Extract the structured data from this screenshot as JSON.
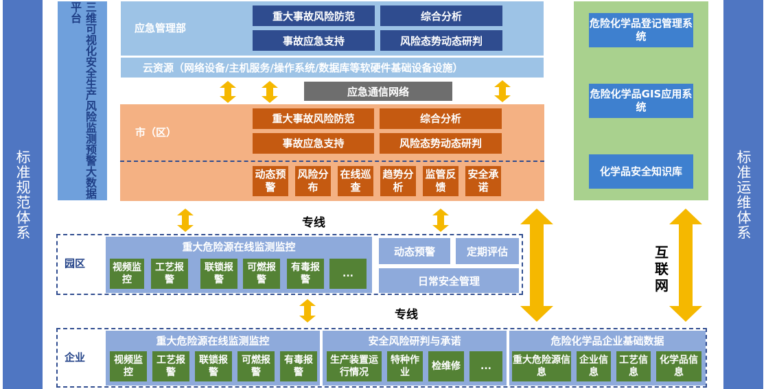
{
  "left_column": "标准规范体系",
  "right_column": "标准运维体系",
  "platform": "三维可视化安全生产风险监测预警大数据平台",
  "emergency_dept": {
    "label": "应急管理部",
    "buttons": [
      "重大事故风险防范",
      "综合分析",
      "事故应急支持",
      "风险态势动态研判"
    ]
  },
  "cloud": "云资源（网络设备/主机服务/操作系统/数据库等软硬件基础设备设施）",
  "network": "应急通信网络",
  "city": {
    "label": "市（区）",
    "buttons": [
      "重大事故风险防范",
      "综合分析",
      "事故应急支持",
      "风险态势动态研判"
    ],
    "items": [
      "动态预警",
      "风险分布",
      "在线巡查",
      "趋势分析",
      "监管反馈",
      "安全承诺"
    ]
  },
  "right_panel": [
    "危险化学品登记管理系统",
    "危险化学品GIS应用系统",
    "化学品安全知识库"
  ],
  "line1": "专线",
  "line2": "专线",
  "internet": "互联网",
  "park": {
    "label": "园区",
    "monitor_title": "重大危险源在线监测监控",
    "items": [
      "视频监控",
      "工艺报警",
      "联锁报警",
      "可燃报警",
      "有毒报警",
      "..."
    ],
    "dynamic": "动态预警",
    "periodic": "定期评估",
    "daily": "日常安全管理"
  },
  "enterprise": {
    "label": "企业",
    "group1": {
      "title": "重大危险源在线监测监控",
      "items": [
        "视频监控",
        "工艺报警",
        "联锁报警",
        "可燃报警",
        "有毒报警"
      ]
    },
    "group2": {
      "title": "安全风险研判与承诺",
      "items": [
        "生产装置运行情况",
        "特种作业",
        "检维修",
        "..."
      ]
    },
    "group3": {
      "title": "危险化学品企业基础数据",
      "items": [
        "重大危险源信息",
        "企业信息",
        "工艺信息",
        "化学品信息"
      ]
    }
  },
  "colors": {
    "dark_blue": "#2f4c8f",
    "mid_blue": "#4f76c2",
    "orange": "#c55a11",
    "light_orange": "#f4b183",
    "green": "#548235",
    "light_green": "#a9d18e",
    "arrow": "#f5b800"
  }
}
